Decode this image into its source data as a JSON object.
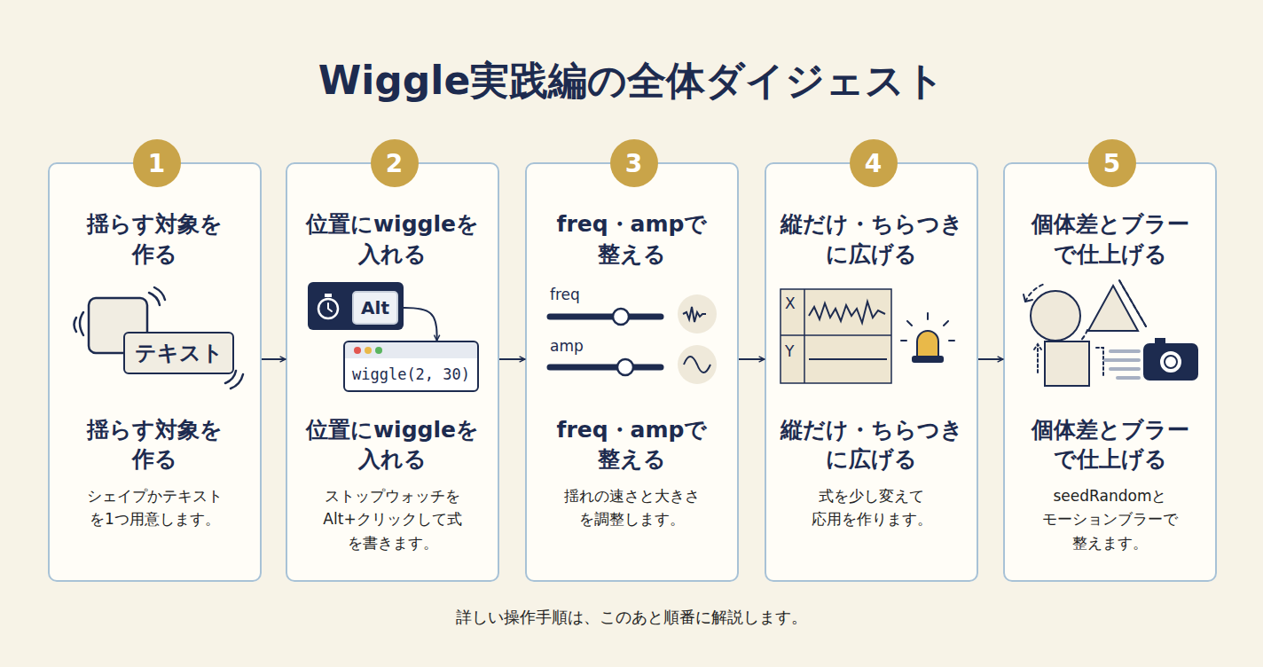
{
  "diagram": {
    "title": "Wiggle実践編の全体ダイジェスト",
    "caption": "詳しい操作手順は、このあと順番に解説します。",
    "nodes": [
      {
        "text": [
          "揺らす対象を 作る",
          "揺らす対象を 作る",
          "シェイプかテキスト を1つ用意します。"
        ]
      },
      {
        "text": [
          "1"
        ],
        "in": 0
      },
      {
        "text": [
          "テキスト"
        ],
        "in": 0
      },
      {
        "text": [
          "位置にwiggleを 入れる",
          "位置にwiggleを 入れる",
          "ストップウォッチを Alt+クリックして式 を書きます。"
        ]
      },
      {
        "text": [
          "2"
        ],
        "in": 3
      },
      {
        "text": [
          "Alt"
        ],
        "in": 3
      },
      {
        "text": [
          "wiggle(2, 30)"
        ],
        "in": 3
      },
      {
        "text": [
          "freq・ampで 整える",
          "freq・ampで 整える",
          "揺れの速さと大きさ を調整します。"
        ]
      },
      {
        "text": [
          "3"
        ],
        "in": 7
      },
      {
        "text": [
          "縦だけ・ちらつき に広げる",
          "縦だけ・ちらつき に広げる",
          "式を少し変えて 応用を作ります。"
        ]
      },
      {
        "text": [
          "4"
        ],
        "in": 9
      },
      {
        "text": [
          "個体差とブラー で仕上げる",
          "個体差とブラー で仕上げる",
          "seedRandomと モーションブラーで 整えます。"
        ]
      },
      {
        "text": [
          "5"
        ],
        "in": 11
      }
    ],
    "edges": [
      {
        "from": 0,
        "to": 3,
        "arrow": "to"
      },
      {
        "from": 3,
        "to": 7,
        "arrow": "to"
      },
      {
        "from": 7,
        "to": 9,
        "arrow": "to"
      },
      {
        "from": 9,
        "to": 11,
        "arrow": "to"
      },
      {
        "from": 5,
        "to": 6,
        "arrow": "to"
      }
    ],
    "labels": [
      "freq",
      "amp",
      "X",
      "Y"
    ]
  }
}
